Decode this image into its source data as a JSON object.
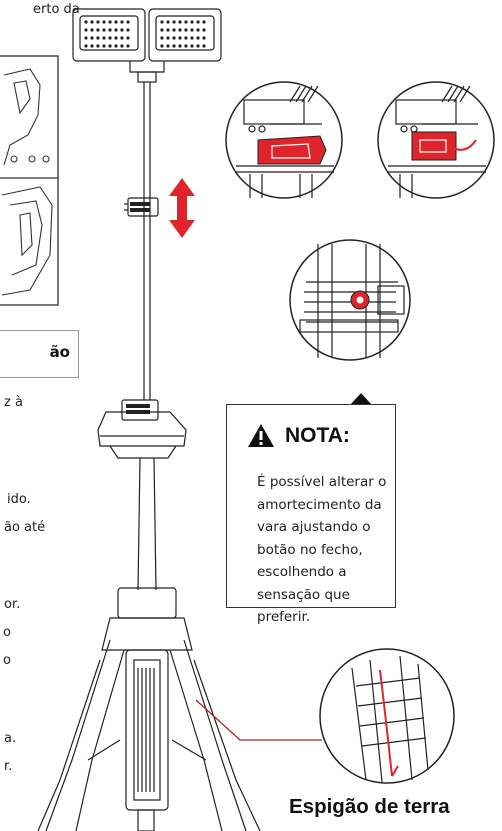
{
  "left_fragments": {
    "top": "erto da",
    "title": "ão",
    "line1": "z à",
    "line2": "ido.",
    "line3": "ão até",
    "line4": "or.",
    "line5": "o",
    "line6": "o",
    "line7": "a.",
    "line8": "r."
  },
  "note": {
    "title": "NOTA:",
    "body": "É possível alterar o amortecimento da vara ajustando o botão no fecho, escolhendo a sensação que preferir."
  },
  "ground_spike_label": "Espigão de terra",
  "colors": {
    "accent_red": "#e0242b",
    "line": "#222222"
  }
}
